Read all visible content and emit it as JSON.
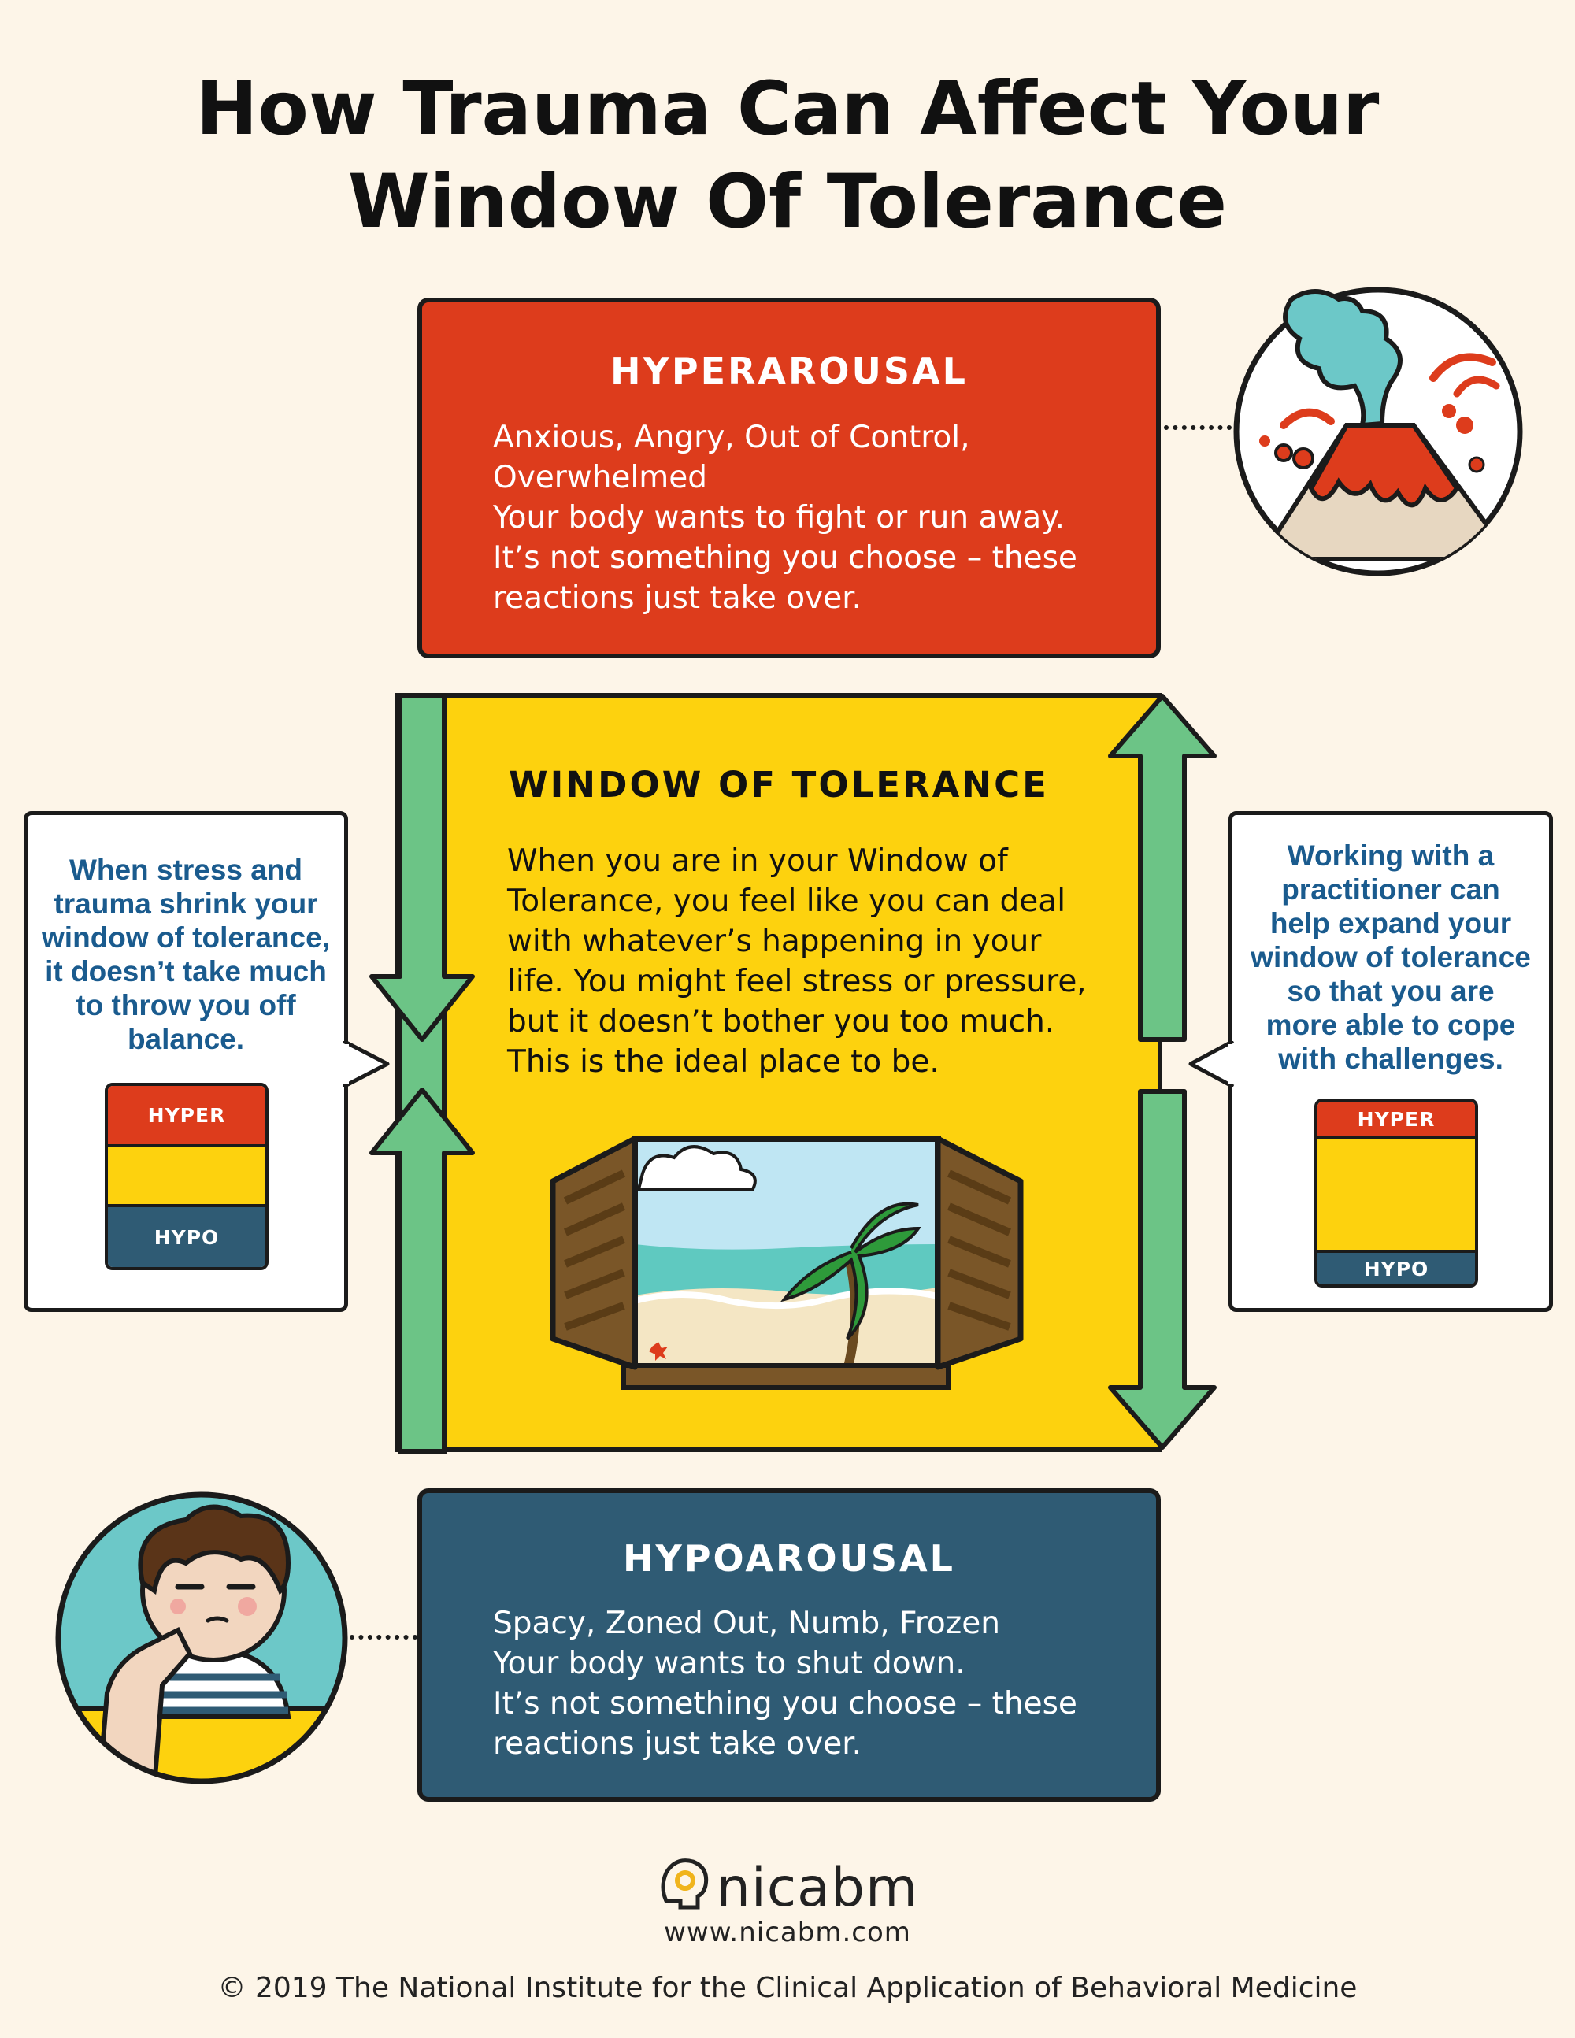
{
  "title": {
    "line1": "How Trauma Can Affect Your",
    "line2": "Window Of Tolerance"
  },
  "hyperarousal": {
    "heading": "HYPERAROUSAL",
    "body": "Anxious, Angry, Out of Control,\nOverwhelmed\nYour body wants to fight or run away.\nIt’s not something you choose – these\nreactions just take over."
  },
  "window": {
    "heading": "WINDOW OF TOLERANCE",
    "body": "When you are in your Window of\nTolerance, you feel like you can deal\nwith whatever’s happening in your\nlife.  You might feel stress or pressure,\nbut it doesn’t bother you too much.\nThis is the ideal place to be."
  },
  "hypoarousal": {
    "heading": "HYPOAROUSAL",
    "body": "Spacy, Zoned Out, Numb, Frozen\nYour body wants to shut down.\nIt’s not something you choose – these\nreactions just take over."
  },
  "left_callout": {
    "text": "When stress and\ntrauma shrink your\nwindow of tolerance,\nit doesn’t take much\nto throw you off\nbalance.",
    "mini_hyper": "HYPER",
    "mini_hypo": "HYPO"
  },
  "right_callout": {
    "text": "Working with a\npractitioner can\nhelp expand your\nwindow of tolerance\nso that you are\nmore able to cope\nwith challenges.",
    "mini_hyper": "HYPER",
    "mini_hypo": "HYPO"
  },
  "footer": {
    "logo": "nicabm",
    "url": "www.nicabm.com",
    "copyright": "© 2019 The National Institute for the Clinical Application of Behavioral Medicine"
  },
  "colors": {
    "background": "#fdf5e8",
    "hyper": "#dd3c1c",
    "window": "#fdd20e",
    "hypo": "#2f5b74",
    "arrow": "#6cc486",
    "callout_text": "#1a5b8e"
  },
  "icons": [
    "volcano-icon",
    "bored-person-icon",
    "open-window-beach-icon",
    "logo-head-icon"
  ]
}
